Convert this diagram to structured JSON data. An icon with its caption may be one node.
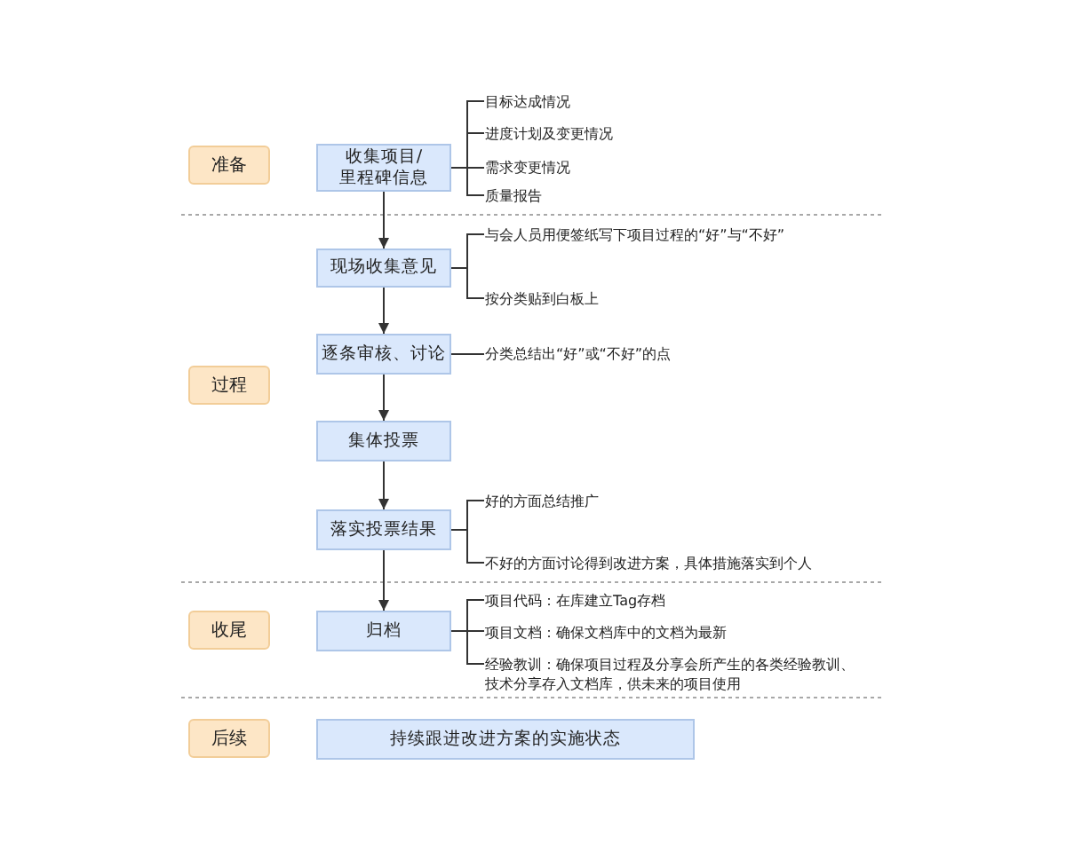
{
  "diagram": {
    "nodes": [
      {
        "text": [
          "准备"
        ]
      },
      {
        "text": [
          "收集项目/里程碑信息"
        ]
      },
      {
        "text": [
          "目标达成情况"
        ]
      },
      {
        "text": [
          "进度计划及变更情况"
        ]
      },
      {
        "text": [
          "需求变更情况"
        ]
      },
      {
        "text": [
          "质量报告"
        ]
      },
      {
        "text": [
          "现场收集意见"
        ]
      },
      {
        "text": [
          "与会人员用便签纸写下项目过程的“好”与“不好”"
        ]
      },
      {
        "text": [
          "按分类贴到白板上"
        ]
      },
      {
        "text": [
          "逐条审核、讨论"
        ]
      },
      {
        "text": [
          "分类总结出“好”或“不好”的点"
        ]
      },
      {
        "text": [
          "过程"
        ]
      },
      {
        "text": [
          "集体投票"
        ]
      },
      {
        "text": [
          "落实投票结果"
        ]
      },
      {
        "text": [
          "好的方面总结推广"
        ]
      },
      {
        "text": [
          "不好的方面讨论得到改进方案，具体措施落实到个人"
        ]
      },
      {
        "text": [
          "收尾"
        ]
      },
      {
        "text": [
          "归档"
        ]
      },
      {
        "text": [
          "项目代码：在库建立Tag存档"
        ]
      },
      {
        "text": [
          "项目文档：确保文档库中的文档为最新"
        ]
      },
      {
        "text": [
          "经验教训：确保项目过程及分享会所产生的各类经验教训、技术分享存入文档库，供未来的项目使用"
        ]
      },
      {
        "text": [
          "后续"
        ]
      },
      {
        "text": [
          "持续跟进改进方案的实施状态"
        ]
      }
    ],
    "edges": [
      {
        "from": 1,
        "to": 2,
        "arrow": "none"
      },
      {
        "from": 1,
        "to": 3,
        "arrow": "none"
      },
      {
        "from": 1,
        "to": 4,
        "arrow": "none"
      },
      {
        "from": 1,
        "to": 5,
        "arrow": "none"
      },
      {
        "from": 1,
        "to": 6,
        "arrow": "to"
      },
      {
        "from": 6,
        "to": 7,
        "arrow": "none"
      },
      {
        "from": 6,
        "to": 8,
        "arrow": "none"
      },
      {
        "from": 6,
        "to": 9,
        "arrow": "to"
      },
      {
        "from": 9,
        "to": 10,
        "arrow": "none"
      },
      {
        "from": 9,
        "to": 12,
        "arrow": "to"
      },
      {
        "from": 12,
        "to": 13,
        "arrow": "to"
      },
      {
        "from": 13,
        "to": 14,
        "arrow": "none"
      },
      {
        "from": 13,
        "to": 15,
        "arrow": "none"
      },
      {
        "from": 13,
        "to": 17,
        "arrow": "to"
      },
      {
        "from": 17,
        "to": 18,
        "arrow": "none"
      },
      {
        "from": 17,
        "to": 19,
        "arrow": "none"
      },
      {
        "from": 17,
        "to": 20,
        "arrow": "none"
      }
    ]
  }
}
